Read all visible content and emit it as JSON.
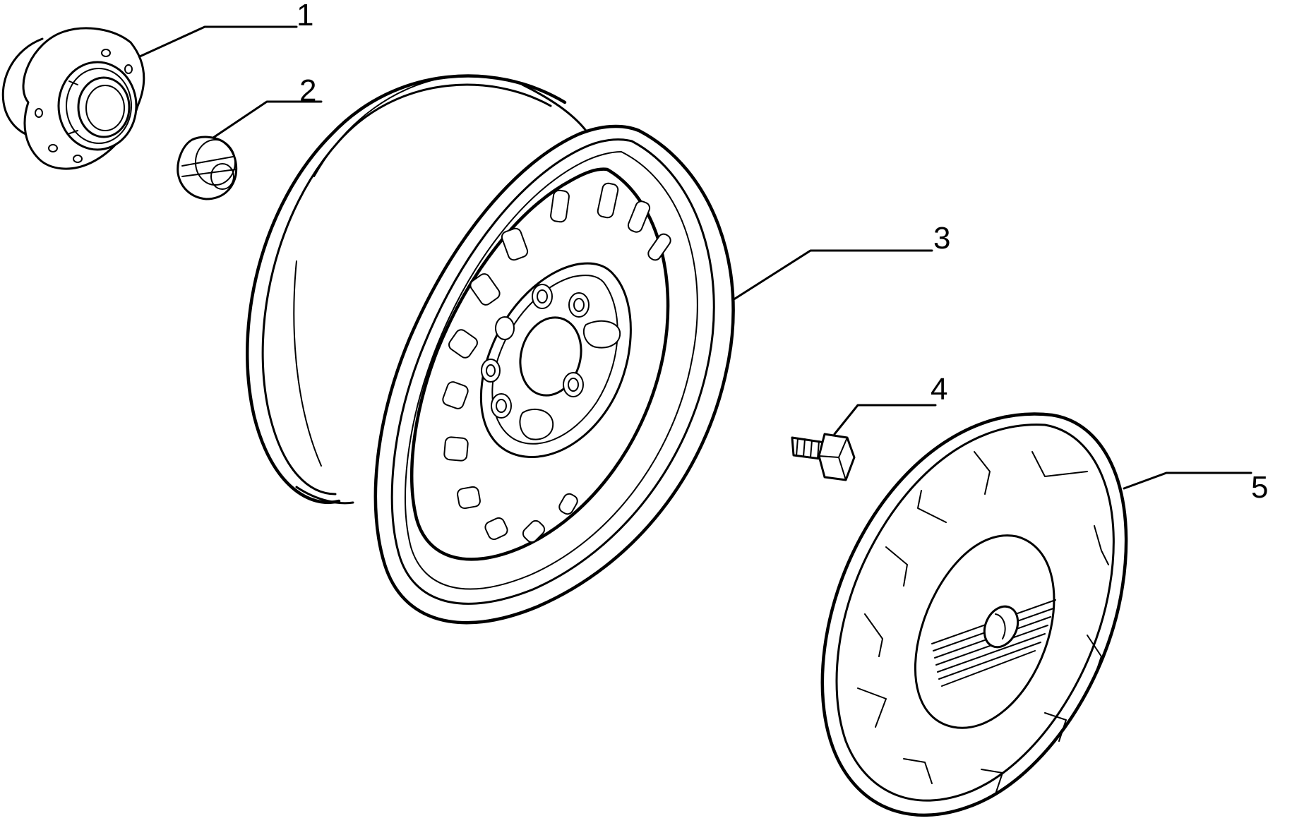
{
  "callouts": [
    {
      "id": "hub",
      "number": "1",
      "part": "wheel-hub-flange"
    },
    {
      "id": "cap",
      "number": "2",
      "part": "hub-dust-cap"
    },
    {
      "id": "rim",
      "number": "3",
      "part": "steel-wheel-rim"
    },
    {
      "id": "bolt",
      "number": "4",
      "part": "wheel-bolt"
    },
    {
      "id": "cover",
      "number": "5",
      "part": "wheel-hubcap-cover"
    }
  ],
  "colors": {
    "line": "#000000",
    "background": "#ffffff"
  }
}
